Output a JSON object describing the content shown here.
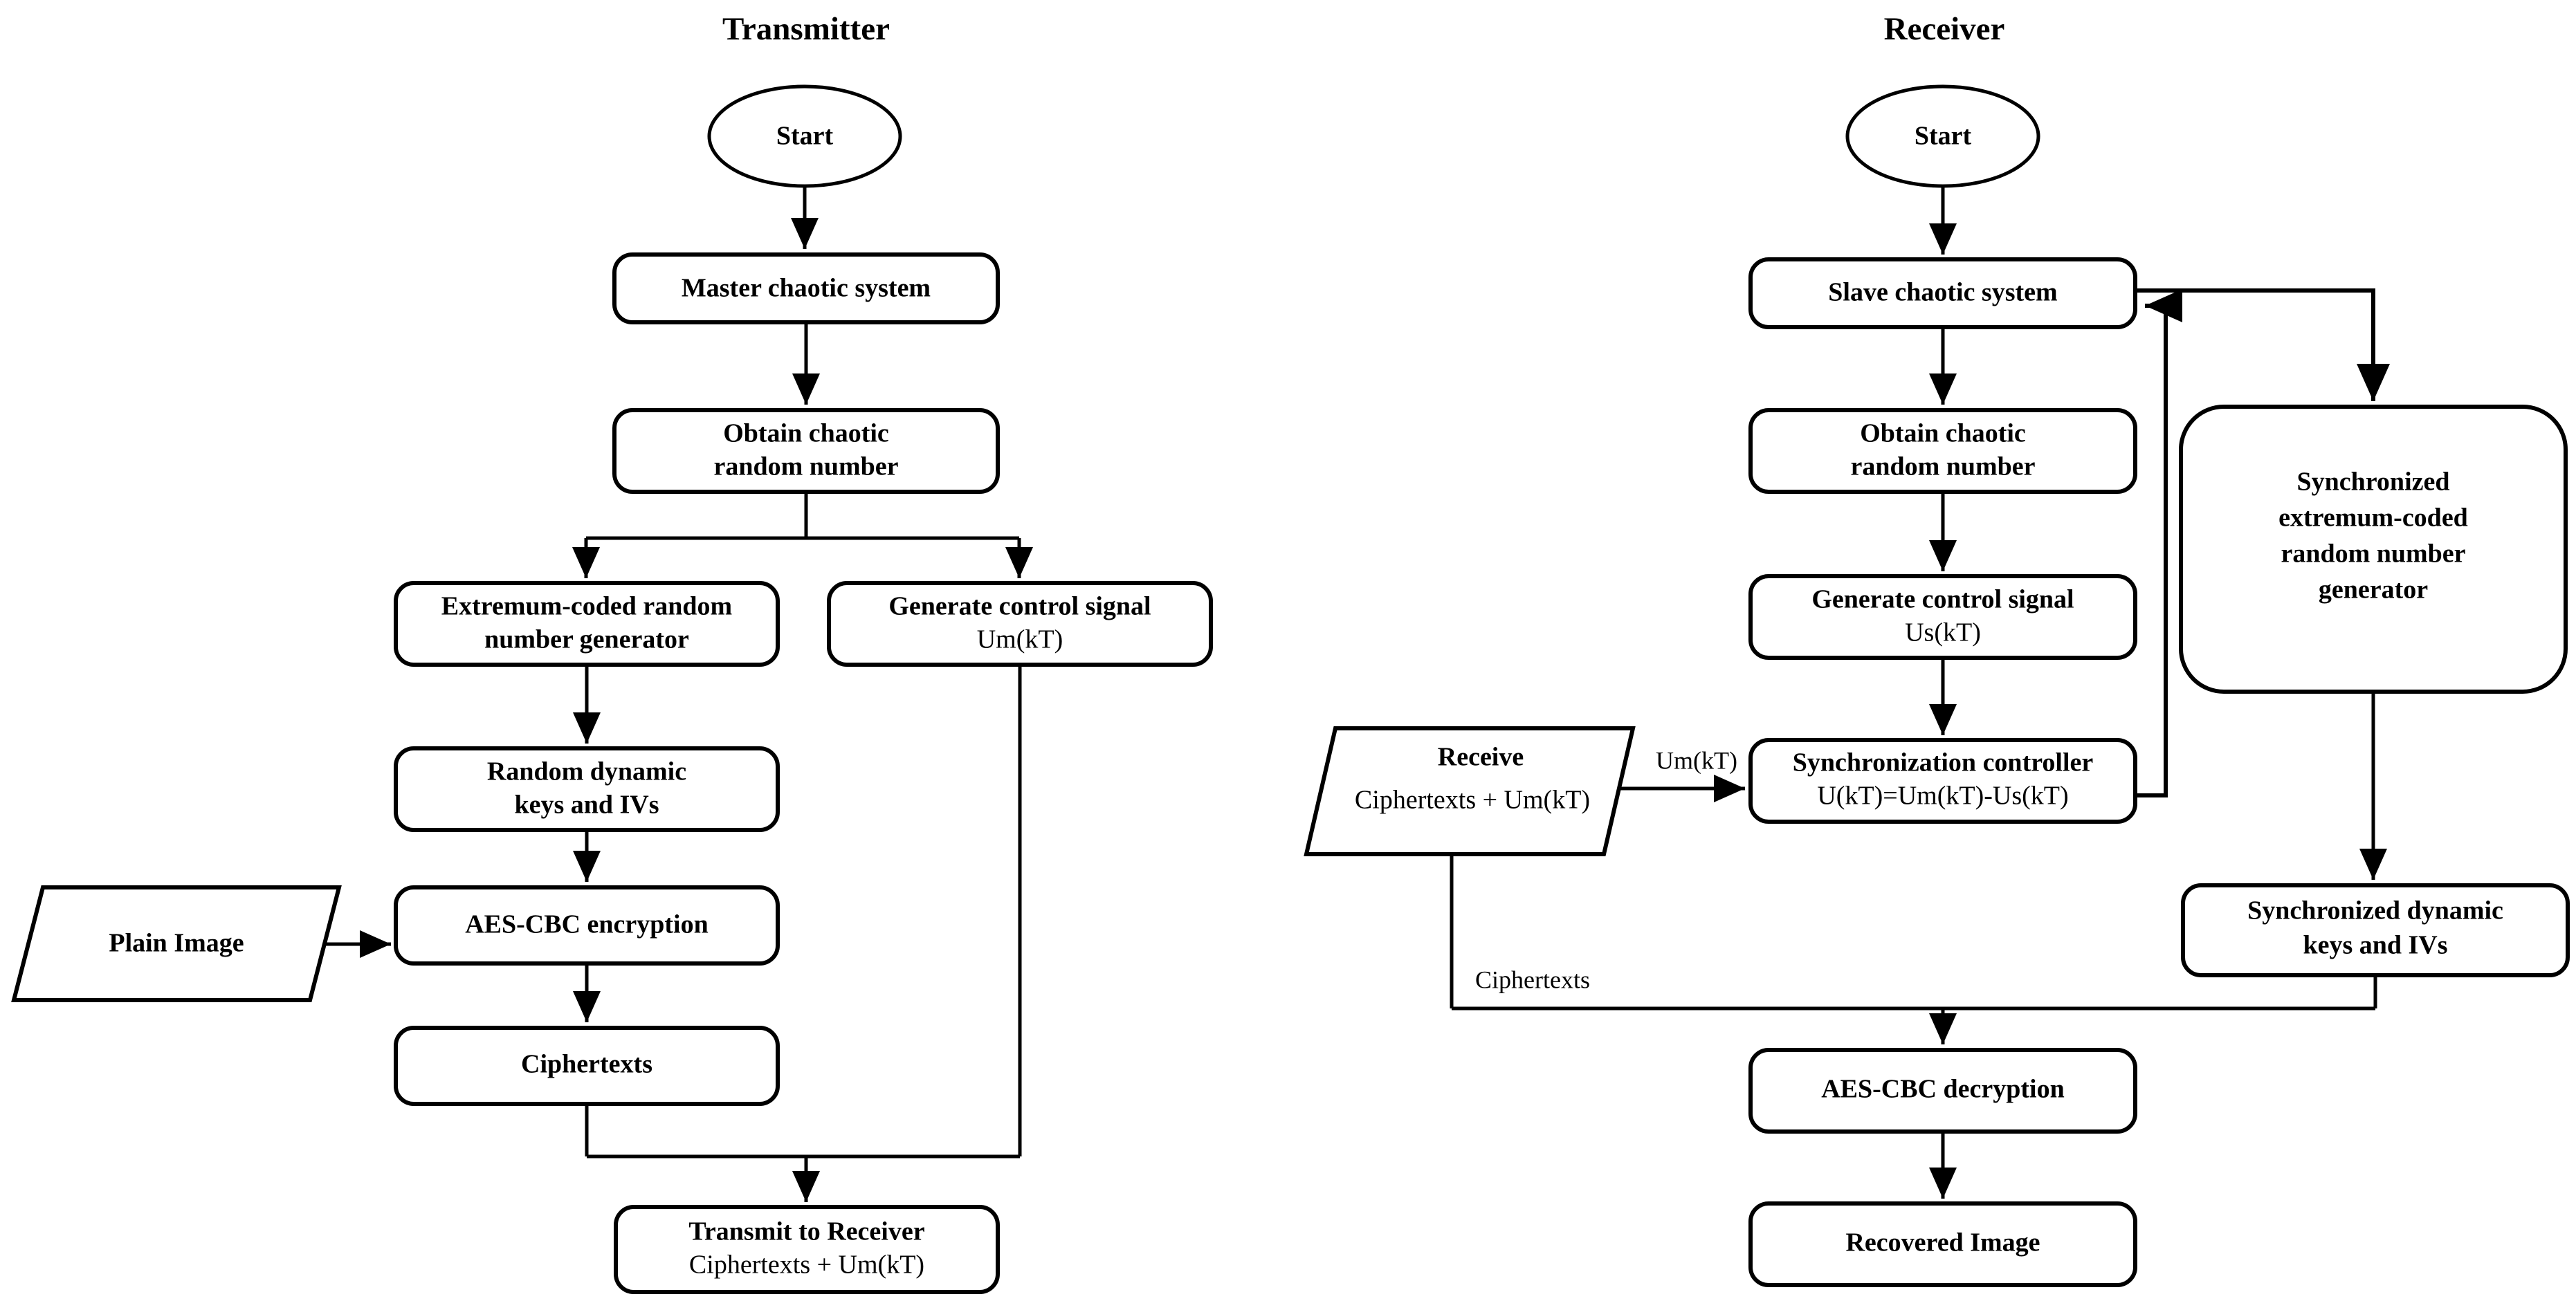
{
  "figure": {
    "type": "flowchart",
    "description": "Chaos-synchronized AES-CBC image encryption and decryption flowchart with transmitter and receiver sides"
  },
  "transmitter": {
    "title": "Transmitter",
    "nodes": {
      "start": "Start",
      "master_chaotic": "Master chaotic system",
      "obtain_chaotic_l1": "Obtain chaotic",
      "obtain_chaotic_l2": "random number",
      "extremum_gen_l1": "Extremum-coded random",
      "extremum_gen_l2": "number generator",
      "control_signal_l1": "Generate control signal",
      "control_signal_l2": "Um(kT)",
      "random_keys_l1": "Random dynamic",
      "random_keys_l2": "keys and IVs",
      "plain_image": "Plain Image",
      "aes_encrypt": "AES-CBC encryption",
      "ciphertexts": "Ciphertexts",
      "transmit_l1": "Transmit to Receiver",
      "transmit_l2": "Ciphertexts + Um(kT)"
    }
  },
  "receiver": {
    "title": "Receiver",
    "nodes": {
      "start": "Start",
      "slave_chaotic": "Slave chaotic system",
      "obtain_chaotic_l1": "Obtain chaotic",
      "obtain_chaotic_l2": "random number",
      "control_signal_l1": "Generate control signal",
      "control_signal_l2": "Us(kT)",
      "receive_l1": "Receive",
      "receive_l2": "Ciphertexts + Um(kT)",
      "sync_controller_l1": "Synchronization controller",
      "sync_controller_l2": "U(kT)=Um(kT)-Us(kT)",
      "sync_generator_l1": "Synchronized",
      "sync_generator_l2": "extremum-coded",
      "sync_generator_l3": "random number",
      "sync_generator_l4": "generator",
      "sync_keys_l1": "Synchronized dynamic",
      "sync_keys_l2": "keys and IVs",
      "aes_decrypt": "AES-CBC decryption",
      "recovered_image": "Recovered Image"
    },
    "edge_labels": {
      "um_kt": "Um(kT)",
      "ciphertexts": "Ciphertexts"
    }
  },
  "colors": {
    "stroke": "#000000",
    "fill": "#ffffff",
    "text": "#000000"
  }
}
